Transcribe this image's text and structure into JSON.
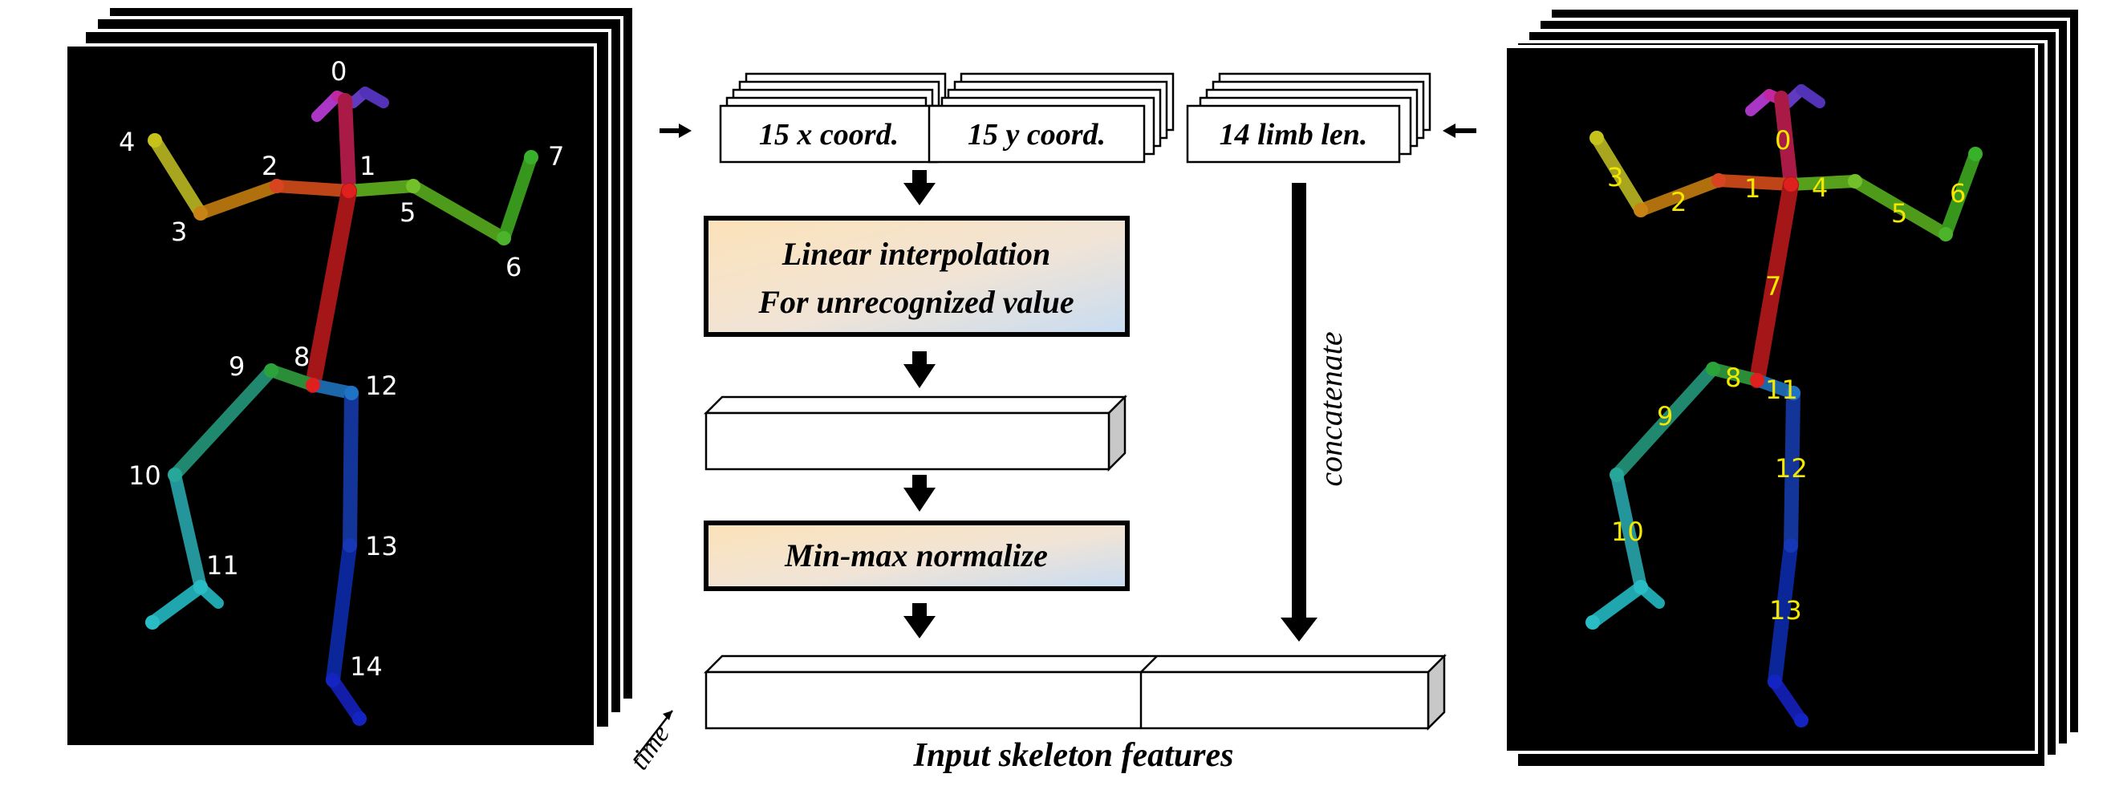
{
  "left_panel": {
    "joint_labels": [
      "0",
      "1",
      "2",
      "3",
      "4",
      "5",
      "6",
      "7",
      "8",
      "9",
      "10",
      "11",
      "12",
      "13",
      "14"
    ]
  },
  "right_panel": {
    "limb_labels": [
      "0",
      "1",
      "2",
      "3",
      "4",
      "5",
      "6",
      "7",
      "8",
      "9",
      "10",
      "11",
      "12",
      "13"
    ]
  },
  "time_label": "time",
  "inputs": {
    "x_coord": "15 x coord.",
    "y_coord": "15 y coord.",
    "limb_len": "14 limb len."
  },
  "steps": {
    "interp_line1": "Linear interpolation",
    "interp_line2": "For unrecognized value",
    "normalize": "Min-max normalize"
  },
  "concatenate_label": "concatenate",
  "output_label": "Input skeleton features",
  "colors": {
    "label_white": "#ffffff",
    "label_yellow": "#f5e800",
    "box_gradient_start": "#fce0b8",
    "box_gradient_end": "#cfe0f2"
  }
}
